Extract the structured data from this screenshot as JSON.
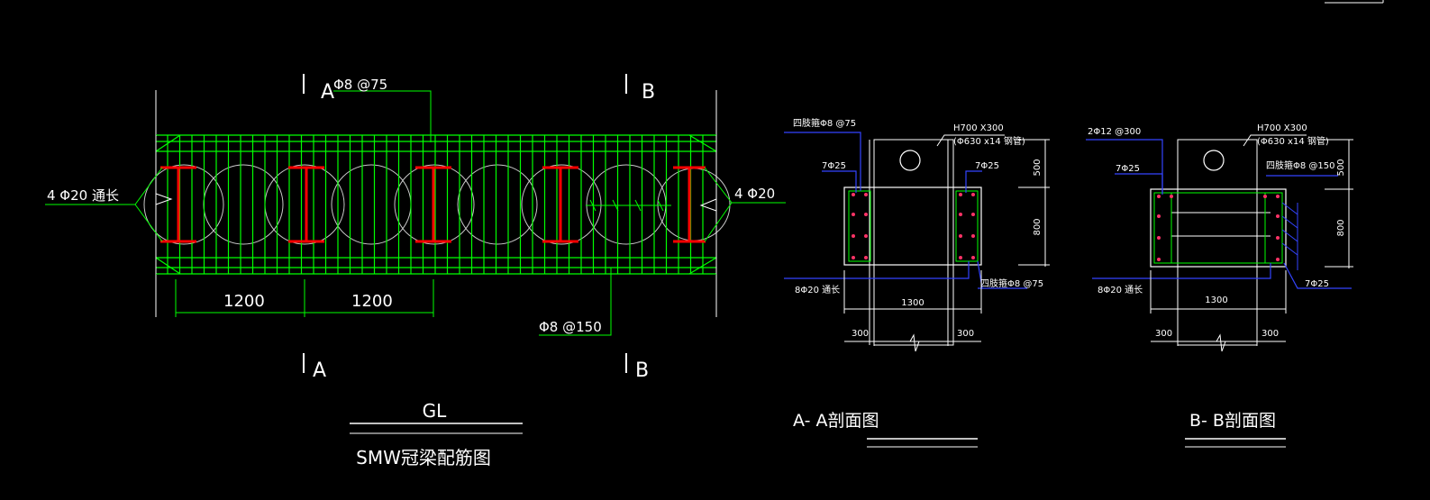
{
  "colors": {
    "background": "#000000",
    "rebar": "#00ff00",
    "steel": "#ff0000",
    "leader": "#0000ff",
    "outline": "#ffffff",
    "pile": "#c8c8c8"
  },
  "elevation": {
    "section_a_top": "A",
    "section_b_top": "B",
    "section_a_bottom": "A",
    "section_b_bottom": "B",
    "stirrup_top_label": "Φ8 @75",
    "stirrup_bottom_label": "Φ8 @150",
    "left_bar_label": "4 Φ20 通长",
    "right_bar_label": "4 Φ20",
    "dim_1": "1200",
    "dim_2": "1200",
    "title": "GL",
    "subtitle": "SMW冠梁配筋图"
  },
  "section_aa": {
    "stirrup_label": "四肢箍Φ8 @75",
    "steel_label": "H700 X300",
    "pipe_label": "(Φ630 x14 钢管)",
    "left_bars": "7Φ25",
    "right_bars": "7Φ25",
    "dim_500": "500",
    "dim_800": "800",
    "bottom_bars": "8Φ20 通长",
    "stirrup_right": "四肢箍Φ8 @75",
    "dim_1300": "1300",
    "dim_300_left": "300",
    "dim_300_right": "300",
    "title": "A- A剖面图"
  },
  "section_bb": {
    "top_bar_label": "2Φ12 @300",
    "steel_label": "H700 X300",
    "pipe_label": "(Φ630 x14 钢管)",
    "left_bars": "7Φ25",
    "stirrup_label": "四肢箍Φ8 @150",
    "dim_500": "500",
    "dim_800": "800",
    "bottom_bars": "8Φ20 通长",
    "right_bars": "7Φ25",
    "dim_1300": "1300",
    "dim_300_left": "300",
    "dim_300_right": "300",
    "title": "B- B剖面图"
  }
}
